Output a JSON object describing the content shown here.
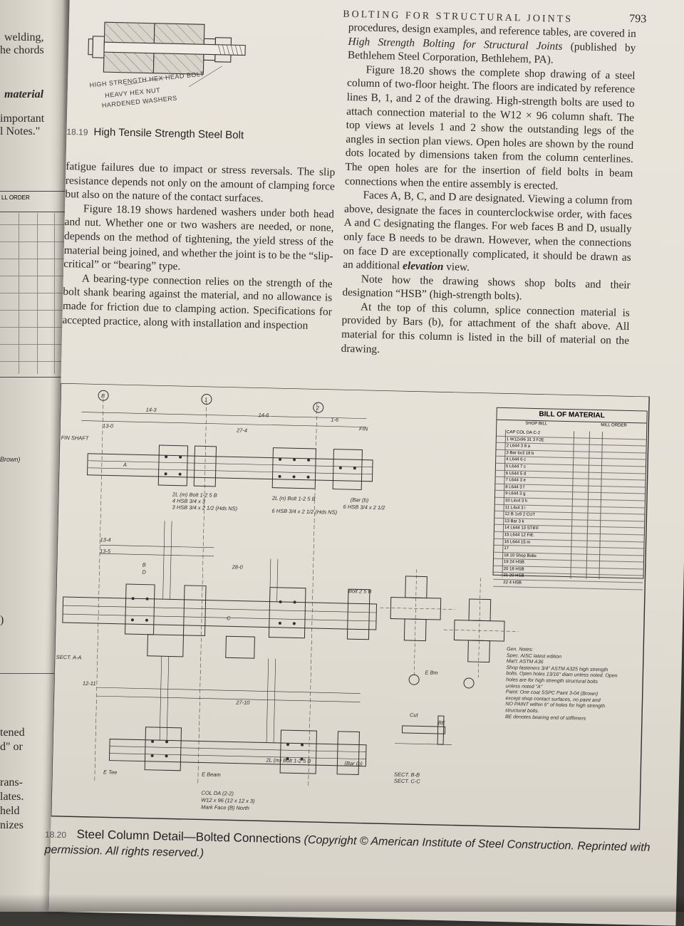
{
  "left_page": {
    "fragments": [
      {
        "text": "welding,",
        "style": "n"
      },
      {
        "text": "he chords",
        "style": "n"
      },
      {
        "text": "material",
        "style": "i"
      },
      {
        "text": "important",
        "style": "n"
      },
      {
        "text": "l Notes.\"",
        "style": "n"
      },
      {
        "text": "Brown)",
        "style": "s"
      },
      {
        "text": ")",
        "style": "n"
      },
      {
        "text": "tened",
        "style": "n"
      },
      {
        "text": "d\" or",
        "style": "n"
      },
      {
        "text": "rans-",
        "style": "n"
      },
      {
        "text": "lates.",
        "style": "n"
      },
      {
        "text": "held",
        "style": "n"
      },
      {
        "text": "nizes",
        "style": "n"
      }
    ],
    "table_header": "LL ORDER"
  },
  "header": {
    "running_title": "BOLTING FOR STRUCTURAL JOINTS",
    "page_number": "793"
  },
  "bolt_figure": {
    "labels": [
      "HIGH STRENGTH HEX HEAD BOLT",
      "HEAVY HEX NUT",
      "HARDENED WASHERS"
    ],
    "number": "18.19",
    "title": "High Tensile Strength Steel Bolt"
  },
  "left_column": {
    "paragraphs": [
      "fatigue failures due to impact or stress reversals. The slip resistance depends not only on the amount of clamping force but also on the nature of the contact surfaces.",
      "Figure 18.19 shows hardened washers under both head and nut. Whether one or two washers are needed, or none, depends on the method of tightening, the yield stress of the material being joined, and whether the joint is to be the “slip-critical” or “bearing” type.",
      "A bearing-type connection relies on the strength of the bolt shank bearing against the material, and no allowance is made for friction due to clamping action. Specifications for accepted practice, along with installation and inspection"
    ]
  },
  "right_column": {
    "p1_a": "procedures, design examples, and reference tables, are covered in ",
    "p1_title": "High Strength Bolting for Structural Joints",
    "p1_b": " (published by Bethlehem Steel Corporation, Bethlehem, PA).",
    "p2": "Figure 18.20 shows the complete shop drawing of a steel column of two-floor height. The floors are indicated by reference lines B, 1, and 2 of the drawing. High-strength bolts are used to attach connection material to the W12 × 96 column shaft. The top views at levels 1 and 2 show the outstanding legs of the angles in section plan views. Open holes are shown by the round dots located by dimensions taken from the column centerlines. The open holes are for the insertion of field bolts in beam connections when the entire assembly is erected.",
    "p3_a": "Faces A, B, C, and D are designated. Viewing a column from above, designate the faces in counterclockwise order, with faces A and C designating the flanges. For web faces B and D, usually only face B needs to be drawn. However, when the connections on face D are exceptionally complicated, it should be drawn as an additional ",
    "p3_em": "elevation",
    "p3_b": " view.",
    "p4": "Note how the drawing shows shop bolts and their designation “HSB” (high-strength bolts).",
    "p5": "At the top of this column, splice connection material is provided by Bars (b), for attachment of the shaft above. All material for this column is listed in the bill of material on the drawing."
  },
  "drawing": {
    "bom_title": "BILL OF MATERIAL",
    "shop_bill": "SHOP BILL",
    "mill_order": "MILL ORDER",
    "bom_rows": [
      "CAP COL DA C-2",
      "1 W12x96 31 3 F2E",
      "2 L644 3 8 a",
      "3 Bar 6x3 18 b",
      "4 L644 6 c",
      "5 L644 7 c",
      "6 L644 5 d",
      "7 L644 3 e",
      "8 L644 3 f",
      "9 L644 3 g",
      "10 L4x4 3 h",
      "11 L4x4 3 i",
      "12 B 1x9 2 CUT",
      "13 Bar 3 k",
      "14 L644 13 STIFF",
      "15 L644 12 FIE",
      "16 L644 15 m",
      "17",
      "18 10 Shop Bolts",
      "19 24 HSB",
      "20 18 HSB",
      "21 20 HSB",
      "22 4 HSB"
    ],
    "notes": [
      "Gen. Notes:",
      "Spec. AISC latest edition",
      "Mat'l: ASTM A36",
      "Shop fasteners 3/4\" ASTM A325 high strength",
      "bolts. Open holes 13/16\" diam unless noted. Open",
      "holes are for high strength structural bolts",
      "unless noted \"A\"",
      "Paint: One coat SSPC Paint 3-04 (Brown)",
      "except shop contact surfaces, no paint and",
      "NO PAINT within 6\" of holes for high strength",
      "structural bolts.",
      "BE denotes bearing end of stiffeners"
    ],
    "labels": {
      "dim_14_3": "14-3",
      "dim_14_6": "14-6",
      "dim_1_6": "1-6",
      "dim_13_0": "13-0",
      "dim_27_4": "27-4",
      "dim_28_0": "28-0",
      "dim_27_10": "27-10",
      "dim_13_4": "13-4",
      "dim_13_5": "13-5",
      "dim_12_11": "12-11",
      "fin_shaft": "FIN SHAFT",
      "fin": "FIN",
      "ref_b": "B",
      "ref_1": "1",
      "ref_2": "2",
      "face_a": "A",
      "face_b": "B",
      "face_c": "C",
      "face_d": "D",
      "bolt_note_1": "2L (m) Bolt 1-2 5 B",
      "bolt_note_2": "4 HSB 3/4 x 3",
      "bolt_note_3": "3 HSB 3/4 x 2 1/2 (Hds NS)",
      "bolt_note_4": "2L (n) Bolt 1-2 5 B",
      "bolt_note_5": "6 HSB 3/4 x 2 1/2 (Hds NS)",
      "bar_b": "(Bar (b)",
      "hsb_b": "6 HSB 3/4 x 2 1/2",
      "beam": "E Beam",
      "bm": "E Bm",
      "col_mark_1": "COL DA (2-2)",
      "col_mark_2": "W12 x 96 (12 x 12 x 3)",
      "col_mark_3": "Mark Face (B) North",
      "sect_a": "SECT. A-A",
      "sect_b": "SECT. B-B",
      "sect_c": "SECT. C-C",
      "cut": "Cut",
      "be": "BE",
      "bolt_2sb": "Bolt 2 5 B",
      "tee": "E Tee"
    }
  },
  "caption": {
    "number": "18.20",
    "title": "Steel Column Detail—Bolted Connections",
    "credit": "(Copyright © American Institute of Steel Construction. Reprinted with permission. All rights reserved.)"
  }
}
